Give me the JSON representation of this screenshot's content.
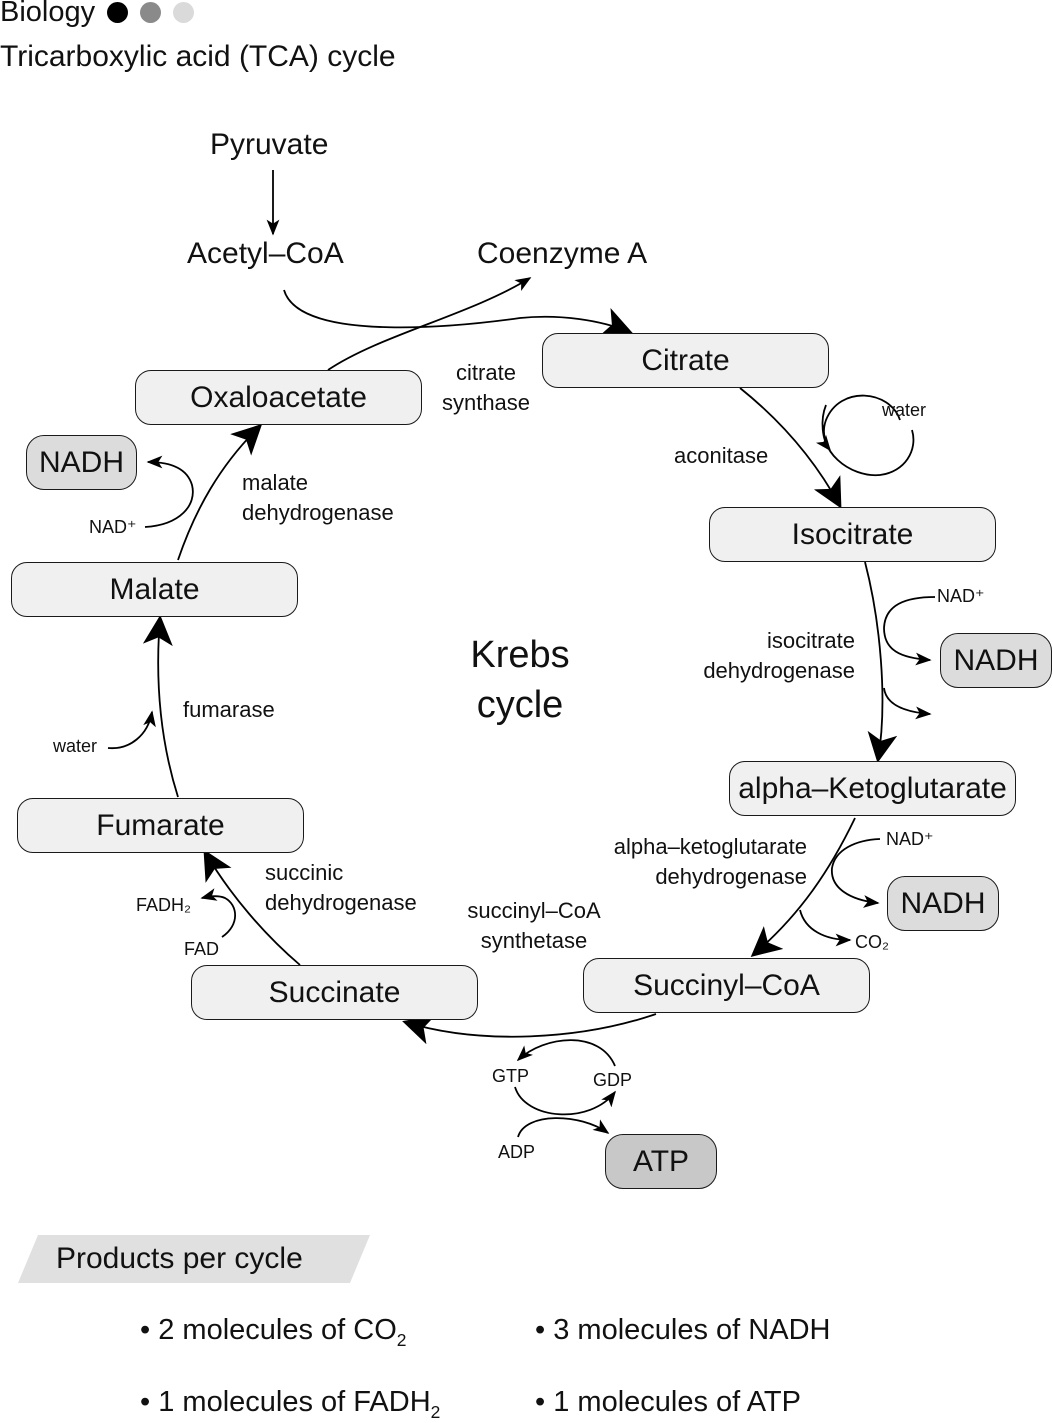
{
  "header": {
    "subject": "Biology",
    "level_dots": [
      {
        "state": "filled",
        "color": "#000000"
      },
      {
        "state": "medium",
        "color": "#8a8a8a"
      },
      {
        "state": "light",
        "color": "#dadada"
      }
    ],
    "title": "Tricarboxylic acid (TCA) cycle"
  },
  "diagram": {
    "center_label": {
      "line1": "Krebs",
      "line2": "cycle"
    },
    "inputs": {
      "pyruvate": "Pyruvate",
      "acetyl_coa": "Acetyl–CoA",
      "coenzyme_a": "Coenzyme A"
    },
    "intermediates": {
      "citrate": "Citrate",
      "isocitrate": "Isocitrate",
      "alpha_ketoglutarate": "alpha–Ketoglutarate",
      "succinyl_coa": "Succinyl–CoA",
      "succinate": "Succinate",
      "fumarate": "Fumarate",
      "malate": "Malate",
      "oxaloacetate": "Oxaloacetate"
    },
    "enzymes": {
      "citrate_synthase": [
        "citrate",
        "synthase"
      ],
      "aconitase": "aconitase",
      "isocitrate_dehydrogenase": [
        "isocitrate",
        "dehydrogenase"
      ],
      "akg_dehydrogenase": [
        "alpha–ketoglutarate",
        "dehydrogenase"
      ],
      "succinyl_coa_synthetase": [
        "succinyl–CoA",
        "synthetase"
      ],
      "succinic_dehydrogenase": [
        "succinic",
        "dehydrogenase"
      ],
      "fumarase": "fumarase",
      "malate_dehydrogenase": [
        "malate",
        "dehydrogenase"
      ]
    },
    "cofactors": {
      "water_aconitase": "water",
      "water_fumarase": "water",
      "nad_isocitrate": "NAD⁺",
      "nad_akg": "NAD⁺",
      "nad_malate": "NAD⁺",
      "co2_akg": "CO₂",
      "fad": "FAD",
      "fadh2": "FADH₂",
      "gtp": "GTP",
      "gdp": "GDP",
      "adp": "ADP"
    },
    "products": {
      "nadh_isocitrate": "NADH",
      "nadh_akg": "NADH",
      "nadh_malate": "NADH",
      "atp": "ATP"
    }
  },
  "products_per_cycle": {
    "title": "Products per cycle",
    "items": [
      {
        "count": "2",
        "text": "molecules of",
        "molecule": "CO",
        "subscript": "2"
      },
      {
        "count": "3",
        "text": "molecules of",
        "molecule": "NADH",
        "subscript": ""
      },
      {
        "count": "1",
        "text": "molecules of",
        "molecule": "FADH",
        "subscript": "2"
      },
      {
        "count": "1",
        "text": "molecules of",
        "molecule": "ATP",
        "subscript": ""
      }
    ]
  }
}
